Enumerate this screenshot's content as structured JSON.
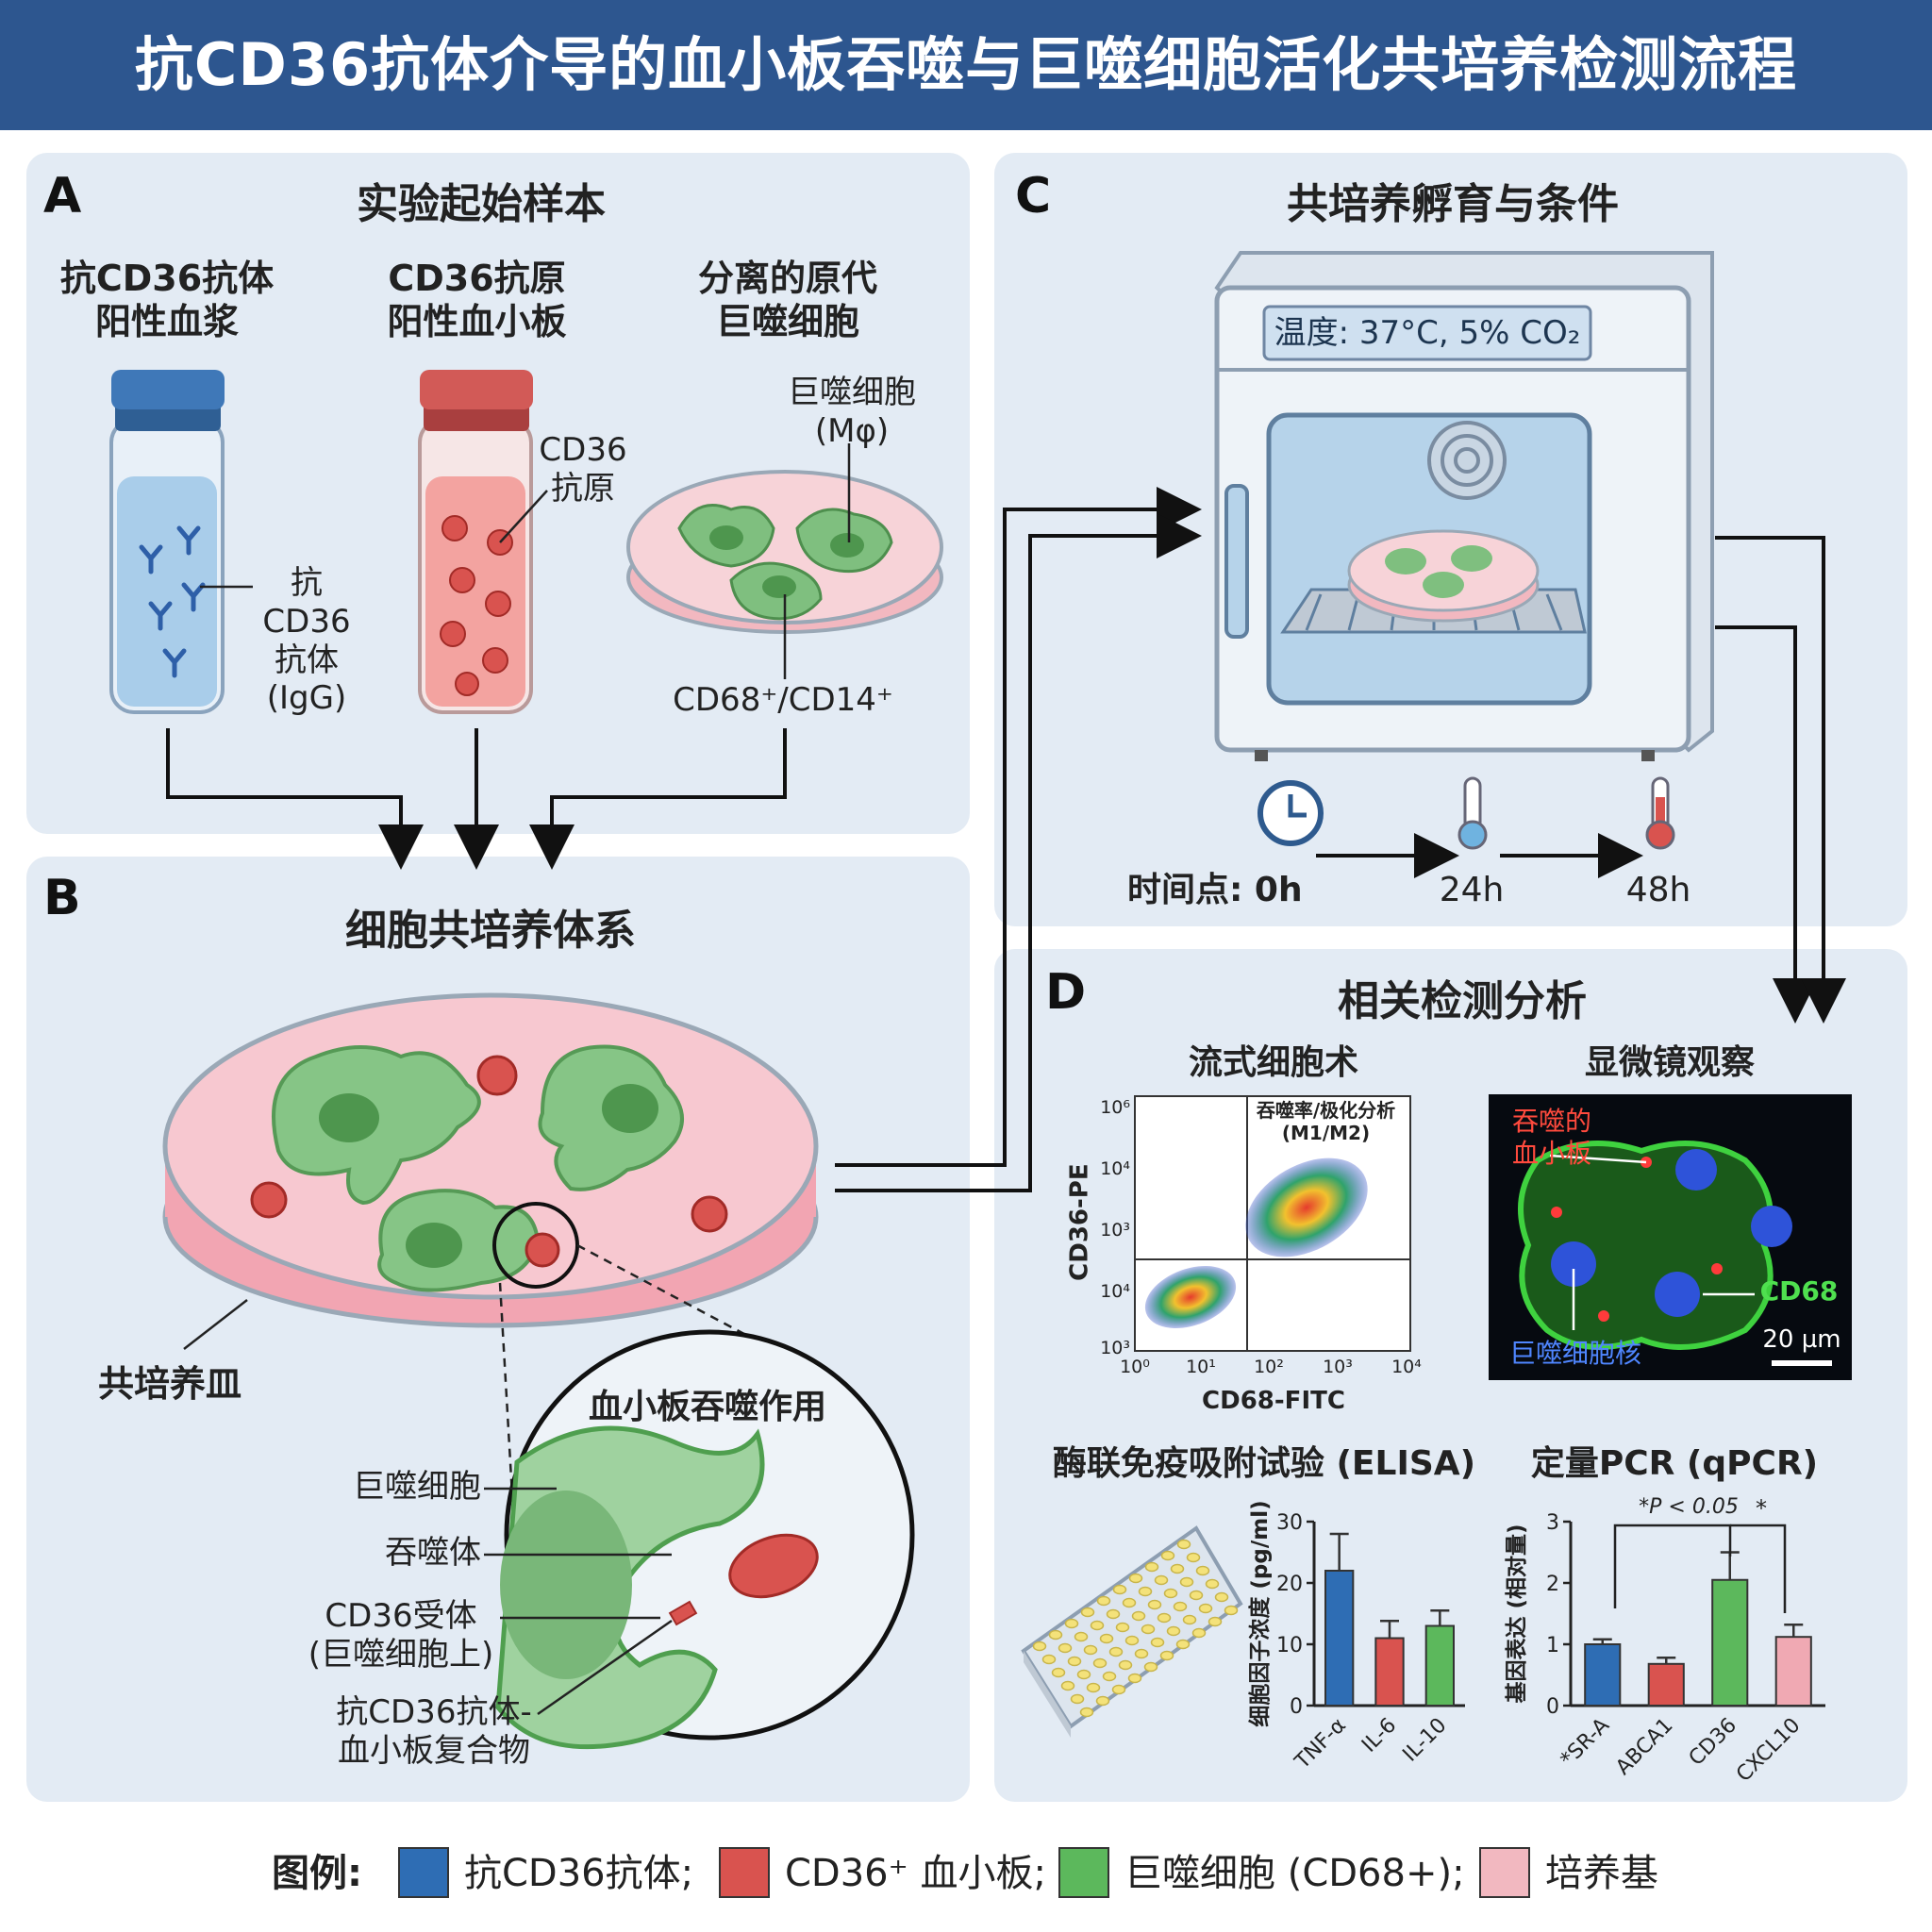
{
  "title": "抗CD36抗体介导的血小板吞噬与巨噬细胞活化共培养检测流程",
  "panel_a": {
    "letter": "A",
    "title": "实验起始样本",
    "sample1": {
      "line1": "抗CD36抗体",
      "line2": "阳性血浆",
      "anno1": "抗CD36",
      "anno2": "抗体",
      "anno3": "(IgG)"
    },
    "sample2": {
      "line1": "CD36抗原",
      "line2": "阳性血小板",
      "anno1": "CD36",
      "anno2": "抗原"
    },
    "sample3": {
      "line1": "分离的原代",
      "line2": "巨噬细胞",
      "anno1": "巨噬细胞",
      "anno2": "(Mφ)",
      "marker": "CD68⁺/CD14⁺"
    }
  },
  "panel_b": {
    "letter": "B",
    "title": "细胞共培养体系",
    "dish_label": "共培养皿",
    "zoom_title": "血小板吞噬作用",
    "labels": [
      "巨噬细胞",
      "吞噬体",
      "CD36受体",
      "(巨噬细胞上)",
      "抗CD36抗体-",
      "血小板复合物"
    ]
  },
  "panel_c": {
    "letter": "C",
    "title": "共培养孵育与条件",
    "display": "温度: 37°C, 5% CO₂",
    "time_prefix": "时间点: 0h",
    "t1": "24h",
    "t2": "48h"
  },
  "panel_d": {
    "letter": "D",
    "title": "相关检测分析",
    "flow": {
      "title": "流式细胞术",
      "gate_label1": "吞噬率/极化分析",
      "gate_label2": "(M1/M2)",
      "xlabel": "CD68-FITC",
      "ylabel": "CD36-PE",
      "x_ticks": [
        "10⁰",
        "10¹",
        "10²",
        "10³",
        "10⁴"
      ],
      "y_ticks": [
        "10⁶",
        "10⁴",
        "10³",
        "10⁴",
        "10³"
      ]
    },
    "micro": {
      "title": "显微镜观察",
      "label_platelet1": "吞噬的",
      "label_platelet2": "血小板",
      "label_cd68": "CD68",
      "label_nucleus": "巨噬细胞核",
      "scale": "20 µm"
    },
    "elisa": {
      "title": "酶联免疫吸附试验 (ELISA)"
    },
    "qpcr": {
      "title": "定量PCR (qPCR)",
      "sig1": "*P < 0.05",
      "sig2": "*"
    }
  },
  "chart_data": [
    {
      "type": "bar",
      "categories": [
        "TNF-α",
        "IL-6",
        "IL-10"
      ],
      "values": [
        22,
        11,
        13
      ],
      "errors": [
        6,
        2.8,
        2.5
      ],
      "ylabel": "细胞因子浓度 (pg/ml)",
      "ylim": [
        0,
        30
      ],
      "yticks": [
        "0",
        "10",
        "20",
        "30"
      ],
      "colors": [
        "#2e6db4",
        "#d9534f",
        "#5cb85c"
      ]
    },
    {
      "type": "bar",
      "categories": [
        "*SR-A",
        "ABCA1",
        "CD36",
        "CXCL10"
      ],
      "values": [
        1.0,
        0.68,
        2.05,
        1.12
      ],
      "errors": [
        0.08,
        0.1,
        0.45,
        0.2
      ],
      "ylabel": "基因表达 (相对量)",
      "ylim": [
        0,
        3
      ],
      "yticks": [
        "0",
        "1",
        "2",
        "3"
      ],
      "colors": [
        "#2e6db4",
        "#d9534f",
        "#5cb85c",
        "#f0a9b3"
      ]
    }
  ],
  "legend": {
    "title": "图例:",
    "items": [
      {
        "label": "抗CD36抗体;",
        "color": "#2e6db4"
      },
      {
        "label": "CD36⁺ 血小板;",
        "color": "#d9534f"
      },
      {
        "label": "巨噬细胞 (CD68+);",
        "color": "#5cb85c"
      },
      {
        "label": "培养基",
        "color": "#f2b8c0"
      }
    ]
  }
}
